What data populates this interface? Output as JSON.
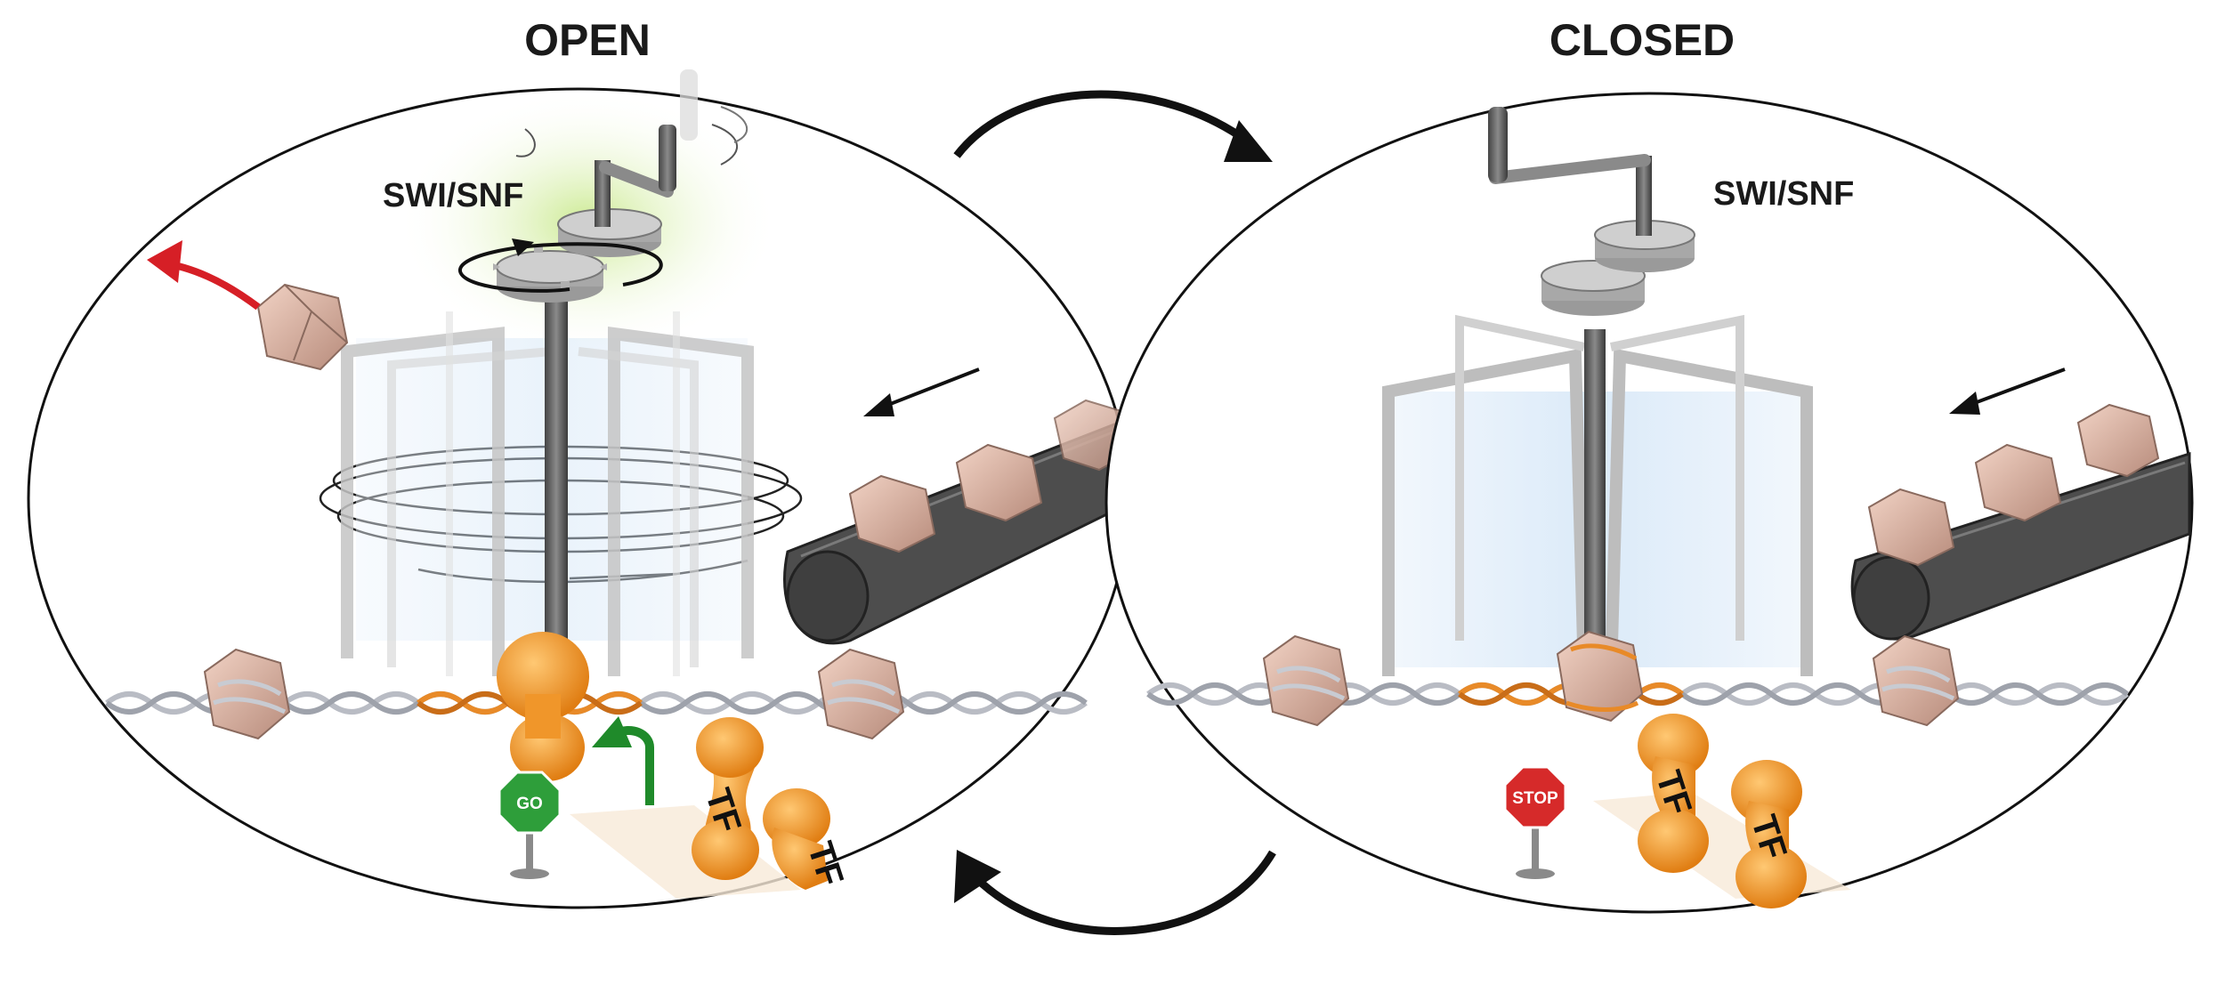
{
  "panels": {
    "open": {
      "title": "OPEN",
      "complex_label": "SWI/SNF",
      "sign_label": "GO",
      "tf_labels": [
        "TF",
        "TF"
      ]
    },
    "closed": {
      "title": "CLOSED",
      "complex_label": "SWI/SNF",
      "sign_label": "STOP",
      "tf_labels": [
        "TF",
        "TF"
      ]
    }
  },
  "icons": [
    "crank-handle-icon",
    "gear-icon",
    "revolving-door-icon",
    "conveyor-belt-icon",
    "nucleosome-icon",
    "dna-helix-icon",
    "polymerase-icon",
    "transcription-factor-icon",
    "go-sign-icon",
    "stop-sign-icon",
    "cycle-arrow-icon"
  ],
  "colors": {
    "nucleosome": "#e8c0b0",
    "nucleosome_dark": "#b08878",
    "protein": "#f39a2a",
    "dna": "#b9bcc4",
    "dna_active": "#e88a28",
    "glow": "#bfe27a",
    "go_sign": "#2e9e3a",
    "stop_sign": "#d62a2a",
    "ejection_arrow": "#d61f26",
    "start_arrow": "#1f8a2a",
    "frame": "#cfcfcf",
    "glass": "#dbeaf8",
    "belt": "#555555"
  }
}
